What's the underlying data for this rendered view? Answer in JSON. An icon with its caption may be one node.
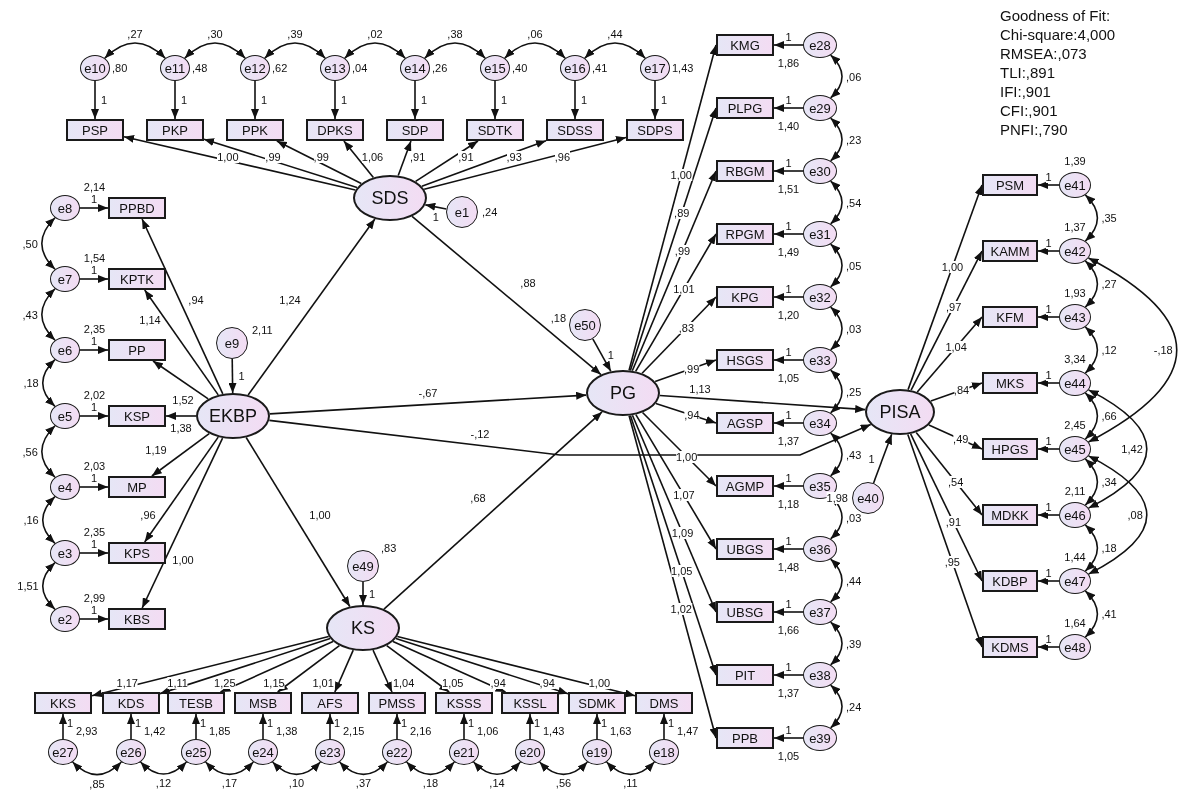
{
  "diagram": {
    "nodes": [
      {
        "text": [
          "SDS"
        ]
      },
      {
        "text": [
          "e1"
        ],
        "beside": [
          ",24"
        ]
      },
      {
        "text": [
          "EKBP"
        ]
      },
      {
        "text": [
          "e9"
        ],
        "beside": [
          "2,11"
        ]
      },
      {
        "text": [
          "KS"
        ]
      },
      {
        "text": [
          "e49"
        ],
        "beside": [
          ",83"
        ]
      },
      {
        "text": [
          "PG"
        ]
      },
      {
        "text": [
          "e50"
        ],
        "beside": [
          ",18"
        ]
      },
      {
        "text": [
          "PISA"
        ]
      },
      {
        "text": [
          "e40"
        ],
        "beside": [
          "1,98"
        ]
      },
      {
        "text": [
          "e10"
        ],
        "beside": [
          ",80"
        ]
      },
      {
        "text": [
          "e11"
        ],
        "beside": [
          ",48"
        ]
      },
      {
        "text": [
          "e12"
        ],
        "beside": [
          ",62"
        ]
      },
      {
        "text": [
          "e13"
        ],
        "beside": [
          ",04"
        ]
      },
      {
        "text": [
          "e14"
        ],
        "beside": [
          ",26"
        ]
      },
      {
        "text": [
          "e15"
        ],
        "beside": [
          ",40"
        ]
      },
      {
        "text": [
          "e16"
        ],
        "beside": [
          ",41"
        ]
      },
      {
        "text": [
          "e17"
        ],
        "beside": [
          "1,43"
        ]
      },
      {
        "text": [
          "PSP"
        ]
      },
      {
        "text": [
          "PKP"
        ]
      },
      {
        "text": [
          "PPK"
        ]
      },
      {
        "text": [
          "DPKS"
        ]
      },
      {
        "text": [
          "SDP"
        ]
      },
      {
        "text": [
          "SDTK"
        ]
      },
      {
        "text": [
          "SDSS"
        ]
      },
      {
        "text": [
          "SDPS"
        ]
      },
      {
        "text": [
          "e8"
        ],
        "beside": [
          "2,14"
        ]
      },
      {
        "text": [
          "e7"
        ],
        "beside": [
          "1,54"
        ]
      },
      {
        "text": [
          "e6"
        ],
        "beside": [
          "2,35"
        ]
      },
      {
        "text": [
          "e5"
        ],
        "beside": [
          "2,02"
        ]
      },
      {
        "text": [
          "e4"
        ],
        "beside": [
          "2,03"
        ]
      },
      {
        "text": [
          "e3"
        ],
        "beside": [
          "2,35"
        ]
      },
      {
        "text": [
          "e2"
        ],
        "beside": [
          "2,99"
        ]
      },
      {
        "text": [
          "PPBD"
        ]
      },
      {
        "text": [
          "KPTK"
        ]
      },
      {
        "text": [
          "PP"
        ]
      },
      {
        "text": [
          "KSP"
        ]
      },
      {
        "text": [
          "MP"
        ]
      },
      {
        "text": [
          "KPS"
        ]
      },
      {
        "text": [
          "KBS"
        ]
      },
      {
        "text": [
          "e27"
        ],
        "beside": [
          "2,93"
        ]
      },
      {
        "text": [
          "e26"
        ],
        "beside": [
          "1,42"
        ]
      },
      {
        "text": [
          "e25"
        ],
        "beside": [
          "1,85"
        ]
      },
      {
        "text": [
          "e24"
        ],
        "beside": [
          "1,38"
        ]
      },
      {
        "text": [
          "e23"
        ],
        "beside": [
          "2,15"
        ]
      },
      {
        "text": [
          "e22"
        ],
        "beside": [
          "2,16"
        ]
      },
      {
        "text": [
          "e21"
        ],
        "beside": [
          "1,06"
        ]
      },
      {
        "text": [
          "e20"
        ],
        "beside": [
          "1,43"
        ]
      },
      {
        "text": [
          "e19"
        ],
        "beside": [
          "1,63"
        ]
      },
      {
        "text": [
          "e18"
        ],
        "beside": [
          "1,47"
        ]
      },
      {
        "text": [
          "KKS"
        ]
      },
      {
        "text": [
          "KDS"
        ]
      },
      {
        "text": [
          "TESB"
        ]
      },
      {
        "text": [
          "MSB"
        ]
      },
      {
        "text": [
          "AFS"
        ]
      },
      {
        "text": [
          "PMSS"
        ]
      },
      {
        "text": [
          "KSSS"
        ]
      },
      {
        "text": [
          "KSSL"
        ]
      },
      {
        "text": [
          "SDMK"
        ]
      },
      {
        "text": [
          "DMS"
        ]
      },
      {
        "text": [
          "e28"
        ],
        "beside": [
          "1,86"
        ]
      },
      {
        "text": [
          "e29"
        ],
        "beside": [
          "1,40"
        ]
      },
      {
        "text": [
          "e30"
        ],
        "beside": [
          "1,51"
        ]
      },
      {
        "text": [
          "e31"
        ],
        "beside": [
          "1,49"
        ]
      },
      {
        "text": [
          "e32"
        ],
        "beside": [
          "1,20"
        ]
      },
      {
        "text": [
          "e33"
        ],
        "beside": [
          "1,05"
        ]
      },
      {
        "text": [
          "e34"
        ],
        "beside": [
          "1,37"
        ]
      },
      {
        "text": [
          "e35"
        ],
        "beside": [
          "1,18"
        ]
      },
      {
        "text": [
          "e36"
        ],
        "beside": [
          "1,48"
        ]
      },
      {
        "text": [
          "e37"
        ],
        "beside": [
          "1,66"
        ]
      },
      {
        "text": [
          "e38"
        ],
        "beside": [
          "1,37"
        ]
      },
      {
        "text": [
          "e39"
        ],
        "beside": [
          "1,05"
        ]
      },
      {
        "text": [
          "KMG"
        ]
      },
      {
        "text": [
          "PLPG"
        ]
      },
      {
        "text": [
          "RBGM"
        ]
      },
      {
        "text": [
          "RPGM"
        ]
      },
      {
        "text": [
          "KPG"
        ]
      },
      {
        "text": [
          "HSGS"
        ]
      },
      {
        "text": [
          "AGSP"
        ]
      },
      {
        "text": [
          "AGMP"
        ]
      },
      {
        "text": [
          "UBGS"
        ]
      },
      {
        "text": [
          "UBSG"
        ]
      },
      {
        "text": [
          "PIT"
        ]
      },
      {
        "text": [
          "PPB"
        ]
      },
      {
        "text": [
          "e41"
        ],
        "beside": [
          "1,39"
        ]
      },
      {
        "text": [
          "e42"
        ],
        "beside": [
          "1,37"
        ]
      },
      {
        "text": [
          "e43"
        ],
        "beside": [
          "1,93"
        ]
      },
      {
        "text": [
          "e44"
        ],
        "beside": [
          "3,34"
        ]
      },
      {
        "text": [
          "e45"
        ],
        "beside": [
          "2,45"
        ]
      },
      {
        "text": [
          "e46"
        ],
        "beside": [
          "2,11"
        ]
      },
      {
        "text": [
          "e47"
        ],
        "beside": [
          "1,44"
        ]
      },
      {
        "text": [
          "e48"
        ],
        "beside": [
          "1,64"
        ]
      },
      {
        "text": [
          "PSM"
        ]
      },
      {
        "text": [
          "KAMM"
        ]
      },
      {
        "text": [
          "KFM"
        ]
      },
      {
        "text": [
          "MKS"
        ]
      },
      {
        "text": [
          "HPGS"
        ]
      },
      {
        "text": [
          "MDKK"
        ]
      },
      {
        "text": [
          "KDBP"
        ]
      },
      {
        "text": [
          "KDMS"
        ]
      }
    ],
    "edges": [
      {
        "from": 10,
        "to": 18,
        "arrow": "to",
        "label": "1"
      },
      {
        "from": 11,
        "to": 19,
        "arrow": "to",
        "label": "1"
      },
      {
        "from": 12,
        "to": 20,
        "arrow": "to",
        "label": "1"
      },
      {
        "from": 13,
        "to": 21,
        "arrow": "to",
        "label": "1"
      },
      {
        "from": 14,
        "to": 22,
        "arrow": "to",
        "label": "1"
      },
      {
        "from": 15,
        "to": 23,
        "arrow": "to",
        "label": "1"
      },
      {
        "from": 16,
        "to": 24,
        "arrow": "to",
        "label": "1"
      },
      {
        "from": 17,
        "to": 25,
        "arrow": "to",
        "label": "1"
      },
      {
        "from": 0,
        "to": 18,
        "arrow": "to",
        "label": "1,00"
      },
      {
        "from": 0,
        "to": 19,
        "arrow": "to",
        "label": ",99"
      },
      {
        "from": 0,
        "to": 20,
        "arrow": "to",
        "label": ",99"
      },
      {
        "from": 0,
        "to": 21,
        "arrow": "to",
        "label": "1,06"
      },
      {
        "from": 0,
        "to": 22,
        "arrow": "to",
        "label": ",91"
      },
      {
        "from": 0,
        "to": 23,
        "arrow": "to",
        "label": ",91"
      },
      {
        "from": 0,
        "to": 24,
        "arrow": "to",
        "label": ",93"
      },
      {
        "from": 0,
        "to": 25,
        "arrow": "to",
        "label": ",96"
      },
      {
        "from": 10,
        "to": 11,
        "arrow": "both",
        "label": ",27"
      },
      {
        "from": 11,
        "to": 12,
        "arrow": "both",
        "label": ",30"
      },
      {
        "from": 12,
        "to": 13,
        "arrow": "both",
        "label": ",39"
      },
      {
        "from": 13,
        "to": 14,
        "arrow": "both",
        "label": ",02"
      },
      {
        "from": 14,
        "to": 15,
        "arrow": "both",
        "label": ",38"
      },
      {
        "from": 15,
        "to": 16,
        "arrow": "both",
        "label": ",06"
      },
      {
        "from": 16,
        "to": 17,
        "arrow": "both",
        "label": ",44"
      },
      {
        "from": 1,
        "to": 0,
        "arrow": "to",
        "label": "1"
      },
      {
        "from": 26,
        "to": 33,
        "arrow": "to",
        "label": "1"
      },
      {
        "from": 27,
        "to": 34,
        "arrow": "to",
        "label": "1"
      },
      {
        "from": 28,
        "to": 35,
        "arrow": "to",
        "label": "1"
      },
      {
        "from": 29,
        "to": 36,
        "arrow": "to",
        "label": "1"
      },
      {
        "from": 30,
        "to": 37,
        "arrow": "to",
        "label": "1"
      },
      {
        "from": 31,
        "to": 38,
        "arrow": "to",
        "label": "1"
      },
      {
        "from": 32,
        "to": 39,
        "arrow": "to",
        "label": "1"
      },
      {
        "from": 2,
        "to": 33,
        "arrow": "to",
        "label": ",94"
      },
      {
        "from": 2,
        "to": 34,
        "arrow": "to",
        "label": "1,14"
      },
      {
        "from": 2,
        "to": 35,
        "arrow": "to",
        "label": "1,52"
      },
      {
        "from": 2,
        "to": 36,
        "arrow": "to",
        "label": "1,38"
      },
      {
        "from": 2,
        "to": 37,
        "arrow": "to",
        "label": "1,19"
      },
      {
        "from": 2,
        "to": 38,
        "arrow": "to",
        "label": ",96"
      },
      {
        "from": 2,
        "to": 39,
        "arrow": "to",
        "label": "1,00"
      },
      {
        "from": 26,
        "to": 27,
        "arrow": "both",
        "label": ",50"
      },
      {
        "from": 27,
        "to": 28,
        "arrow": "both",
        "label": ",43"
      },
      {
        "from": 28,
        "to": 29,
        "arrow": "both",
        "label": ",18"
      },
      {
        "from": 29,
        "to": 30,
        "arrow": "both",
        "label": ",56"
      },
      {
        "from": 30,
        "to": 31,
        "arrow": "both",
        "label": ",16"
      },
      {
        "from": 31,
        "to": 32,
        "arrow": "both",
        "label": "1,51"
      },
      {
        "from": 3,
        "to": 2,
        "arrow": "to",
        "label": "1"
      },
      {
        "from": 40,
        "to": 50,
        "arrow": "to",
        "label": "1"
      },
      {
        "from": 41,
        "to": 51,
        "arrow": "to",
        "label": "1"
      },
      {
        "from": 42,
        "to": 52,
        "arrow": "to",
        "label": "1"
      },
      {
        "from": 43,
        "to": 53,
        "arrow": "to",
        "label": "1"
      },
      {
        "from": 44,
        "to": 54,
        "arrow": "to",
        "label": "1"
      },
      {
        "from": 45,
        "to": 55,
        "arrow": "to",
        "label": "1"
      },
      {
        "from": 46,
        "to": 56,
        "arrow": "to",
        "label": "1"
      },
      {
        "from": 47,
        "to": 57,
        "arrow": "to",
        "label": "1"
      },
      {
        "from": 48,
        "to": 58,
        "arrow": "to",
        "label": "1"
      },
      {
        "from": 49,
        "to": 59,
        "arrow": "to",
        "label": "1"
      },
      {
        "from": 4,
        "to": 50,
        "arrow": "to",
        "label": "1,17"
      },
      {
        "from": 4,
        "to": 51,
        "arrow": "to",
        "label": "1,11"
      },
      {
        "from": 4,
        "to": 52,
        "arrow": "to",
        "label": "1,25"
      },
      {
        "from": 4,
        "to": 53,
        "arrow": "to",
        "label": "1,15"
      },
      {
        "from": 4,
        "to": 54,
        "arrow": "to",
        "label": "1,01"
      },
      {
        "from": 4,
        "to": 55,
        "arrow": "to",
        "label": "1,04"
      },
      {
        "from": 4,
        "to": 56,
        "arrow": "to",
        "label": "1,05"
      },
      {
        "from": 4,
        "to": 57,
        "arrow": "to",
        "label": ",94"
      },
      {
        "from": 4,
        "to": 58,
        "arrow": "to",
        "label": ",94"
      },
      {
        "from": 4,
        "to": 59,
        "arrow": "to",
        "label": "1,00"
      },
      {
        "from": 40,
        "to": 41,
        "arrow": "both",
        "label": ",85"
      },
      {
        "from": 41,
        "to": 42,
        "arrow": "both",
        "label": ",12"
      },
      {
        "from": 42,
        "to": 43,
        "arrow": "both",
        "label": ",17"
      },
      {
        "from": 43,
        "to": 44,
        "arrow": "both",
        "label": ",10"
      },
      {
        "from": 44,
        "to": 45,
        "arrow": "both",
        "label": ",37"
      },
      {
        "from": 45,
        "to": 46,
        "arrow": "both",
        "label": ",18"
      },
      {
        "from": 46,
        "to": 47,
        "arrow": "both",
        "label": ",14"
      },
      {
        "from": 47,
        "to": 48,
        "arrow": "both",
        "label": ",56"
      },
      {
        "from": 48,
        "to": 49,
        "arrow": "both",
        "label": ",11"
      },
      {
        "from": 5,
        "to": 4,
        "arrow": "to",
        "label": "1"
      },
      {
        "from": 60,
        "to": 72,
        "arrow": "to",
        "label": "1"
      },
      {
        "from": 61,
        "to": 73,
        "arrow": "to",
        "label": "1"
      },
      {
        "from": 62,
        "to": 74,
        "arrow": "to",
        "label": "1"
      },
      {
        "from": 63,
        "to": 75,
        "arrow": "to",
        "label": "1"
      },
      {
        "from": 64,
        "to": 76,
        "arrow": "to",
        "label": "1"
      },
      {
        "from": 65,
        "to": 77,
        "arrow": "to",
        "label": "1"
      },
      {
        "from": 66,
        "to": 78,
        "arrow": "to",
        "label": "1"
      },
      {
        "from": 67,
        "to": 79,
        "arrow": "to",
        "label": "1"
      },
      {
        "from": 68,
        "to": 80,
        "arrow": "to",
        "label": "1"
      },
      {
        "from": 69,
        "to": 81,
        "arrow": "to",
        "label": "1"
      },
      {
        "from": 70,
        "to": 82,
        "arrow": "to",
        "label": "1"
      },
      {
        "from": 71,
        "to": 83,
        "arrow": "to",
        "label": "1"
      },
      {
        "from": 6,
        "to": 72,
        "arrow": "to",
        "label": "1,00"
      },
      {
        "from": 6,
        "to": 73,
        "arrow": "to",
        "label": ",89"
      },
      {
        "from": 6,
        "to": 74,
        "arrow": "to",
        "label": ",99"
      },
      {
        "from": 6,
        "to": 75,
        "arrow": "to",
        "label": "1,01"
      },
      {
        "from": 6,
        "to": 76,
        "arrow": "to",
        "label": ",83"
      },
      {
        "from": 6,
        "to": 77,
        "arrow": "to",
        "label": ",99"
      },
      {
        "from": 6,
        "to": 78,
        "arrow": "to",
        "label": ",94"
      },
      {
        "from": 6,
        "to": 79,
        "arrow": "to",
        "label": "1,00"
      },
      {
        "from": 6,
        "to": 80,
        "arrow": "to",
        "label": "1,07"
      },
      {
        "from": 6,
        "to": 81,
        "arrow": "to",
        "label": "1,09"
      },
      {
        "from": 6,
        "to": 82,
        "arrow": "to",
        "label": "1,05"
      },
      {
        "from": 6,
        "to": 83,
        "arrow": "to",
        "label": "1,02"
      },
      {
        "from": 60,
        "to": 61,
        "arrow": "both",
        "label": ",06"
      },
      {
        "from": 61,
        "to": 62,
        "arrow": "both",
        "label": ",23"
      },
      {
        "from": 62,
        "to": 63,
        "arrow": "both",
        "label": ",54"
      },
      {
        "from": 63,
        "to": 64,
        "arrow": "both",
        "label": ",05"
      },
      {
        "from": 64,
        "to": 65,
        "arrow": "both",
        "label": ",03"
      },
      {
        "from": 65,
        "to": 66,
        "arrow": "both",
        "label": ",25"
      },
      {
        "from": 66,
        "to": 67,
        "arrow": "both",
        "label": ",43"
      },
      {
        "from": 67,
        "to": 68,
        "arrow": "both",
        "label": ",03"
      },
      {
        "from": 68,
        "to": 69,
        "arrow": "both",
        "label": ",44"
      },
      {
        "from": 69,
        "to": 70,
        "arrow": "both",
        "label": ",39"
      },
      {
        "from": 70,
        "to": 71,
        "arrow": "both",
        "label": ",24"
      },
      {
        "from": 7,
        "to": 6,
        "arrow": "to",
        "label": "1"
      },
      {
        "from": 84,
        "to": 92,
        "arrow": "to",
        "label": "1"
      },
      {
        "from": 85,
        "to": 93,
        "arrow": "to",
        "label": "1"
      },
      {
        "from": 86,
        "to": 94,
        "arrow": "to",
        "label": "1"
      },
      {
        "from": 87,
        "to": 95,
        "arrow": "to",
        "label": "1"
      },
      {
        "from": 88,
        "to": 96,
        "arrow": "to",
        "label": "1"
      },
      {
        "from": 89,
        "to": 97,
        "arrow": "to",
        "label": "1"
      },
      {
        "from": 90,
        "to": 98,
        "arrow": "to",
        "label": "1"
      },
      {
        "from": 91,
        "to": 99,
        "arrow": "to",
        "label": "1"
      },
      {
        "from": 8,
        "to": 92,
        "arrow": "to",
        "label": "1,00"
      },
      {
        "from": 8,
        "to": 93,
        "arrow": "to",
        "label": ",97"
      },
      {
        "from": 8,
        "to": 94,
        "arrow": "to",
        "label": "1,04"
      },
      {
        "from": 8,
        "to": 95,
        "arrow": "to",
        "label": ",84"
      },
      {
        "from": 8,
        "to": 96,
        "arrow": "to",
        "label": ",49"
      },
      {
        "from": 8,
        "to": 97,
        "arrow": "to",
        "label": ",54"
      },
      {
        "from": 8,
        "to": 98,
        "arrow": "to",
        "label": ",91"
      },
      {
        "from": 8,
        "to": 99,
        "arrow": "to",
        "label": ",95"
      },
      {
        "from": 84,
        "to": 85,
        "arrow": "both",
        "label": ",35"
      },
      {
        "from": 85,
        "to": 86,
        "arrow": "both",
        "label": ",27"
      },
      {
        "from": 86,
        "to": 87,
        "arrow": "both",
        "label": ",12"
      },
      {
        "from": 87,
        "to": 88,
        "arrow": "both",
        "label": ",66"
      },
      {
        "from": 88,
        "to": 89,
        "arrow": "both",
        "label": ",34"
      },
      {
        "from": 89,
        "to": 90,
        "arrow": "both",
        "label": ",18"
      },
      {
        "from": 90,
        "to": 91,
        "arrow": "both",
        "label": ",41"
      },
      {
        "from": 85,
        "to": 88,
        "arrow": "both",
        "label": "-,18"
      },
      {
        "from": 87,
        "to": 89,
        "arrow": "both",
        "label": "1,42"
      },
      {
        "from": 88,
        "to": 90,
        "arrow": "both",
        "label": ",08"
      },
      {
        "from": 9,
        "to": 8,
        "arrow": "to",
        "label": "1"
      },
      {
        "from": 2,
        "to": 0,
        "arrow": "to",
        "label": "1,24"
      },
      {
        "from": 0,
        "to": 6,
        "arrow": "to",
        "label": ",88"
      },
      {
        "from": 2,
        "to": 6,
        "arrow": "to",
        "label": "-,67"
      },
      {
        "from": 2,
        "to": 4,
        "arrow": "to",
        "label": "1,00"
      },
      {
        "from": 4,
        "to": 6,
        "arrow": "to",
        "label": ",68"
      },
      {
        "from": 6,
        "to": 8,
        "arrow": "to",
        "label": "1,13"
      },
      {
        "from": 2,
        "to": 8,
        "arrow": "to",
        "label": "-,12"
      }
    ],
    "labels": [
      "Goodness of Fit:",
      "Chi-square:4,000",
      "RMSEA:,073",
      "TLI:,891",
      "IFI:,901",
      "CFI:,901",
      "PNFI:,790"
    ]
  }
}
